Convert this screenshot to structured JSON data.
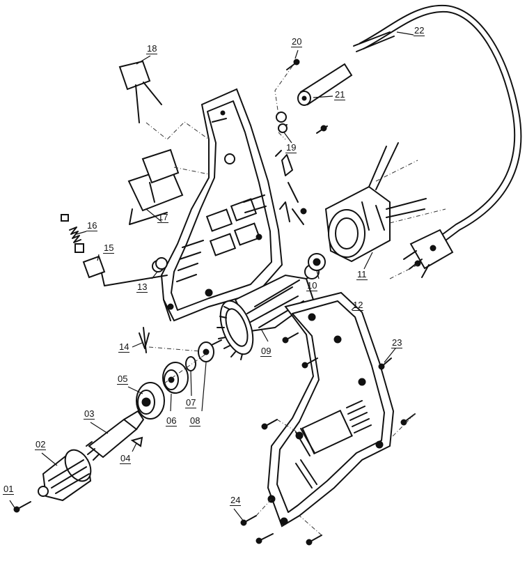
{
  "parts": [
    {
      "id": "p01",
      "label": "01"
    },
    {
      "id": "p02",
      "label": "02"
    },
    {
      "id": "p03",
      "label": "03"
    },
    {
      "id": "p04",
      "label": "04"
    },
    {
      "id": "p05",
      "label": "05"
    },
    {
      "id": "p06",
      "label": "06"
    },
    {
      "id": "p07",
      "label": "07"
    },
    {
      "id": "p08",
      "label": "08"
    },
    {
      "id": "p09",
      "label": "09"
    },
    {
      "id": "p10",
      "label": "10"
    },
    {
      "id": "p11",
      "label": "11"
    },
    {
      "id": "p12",
      "label": "12"
    },
    {
      "id": "p13",
      "label": "13"
    },
    {
      "id": "p14",
      "label": "14"
    },
    {
      "id": "p15",
      "label": "15"
    },
    {
      "id": "p16",
      "label": "16"
    },
    {
      "id": "p17",
      "label": "17"
    },
    {
      "id": "p18",
      "label": "18"
    },
    {
      "id": "p19",
      "label": "19"
    },
    {
      "id": "p20",
      "label": "20"
    },
    {
      "id": "p21",
      "label": "21"
    },
    {
      "id": "p22",
      "label": "22"
    },
    {
      "id": "p23",
      "label": "23"
    },
    {
      "id": "p24",
      "label": "24"
    }
  ]
}
